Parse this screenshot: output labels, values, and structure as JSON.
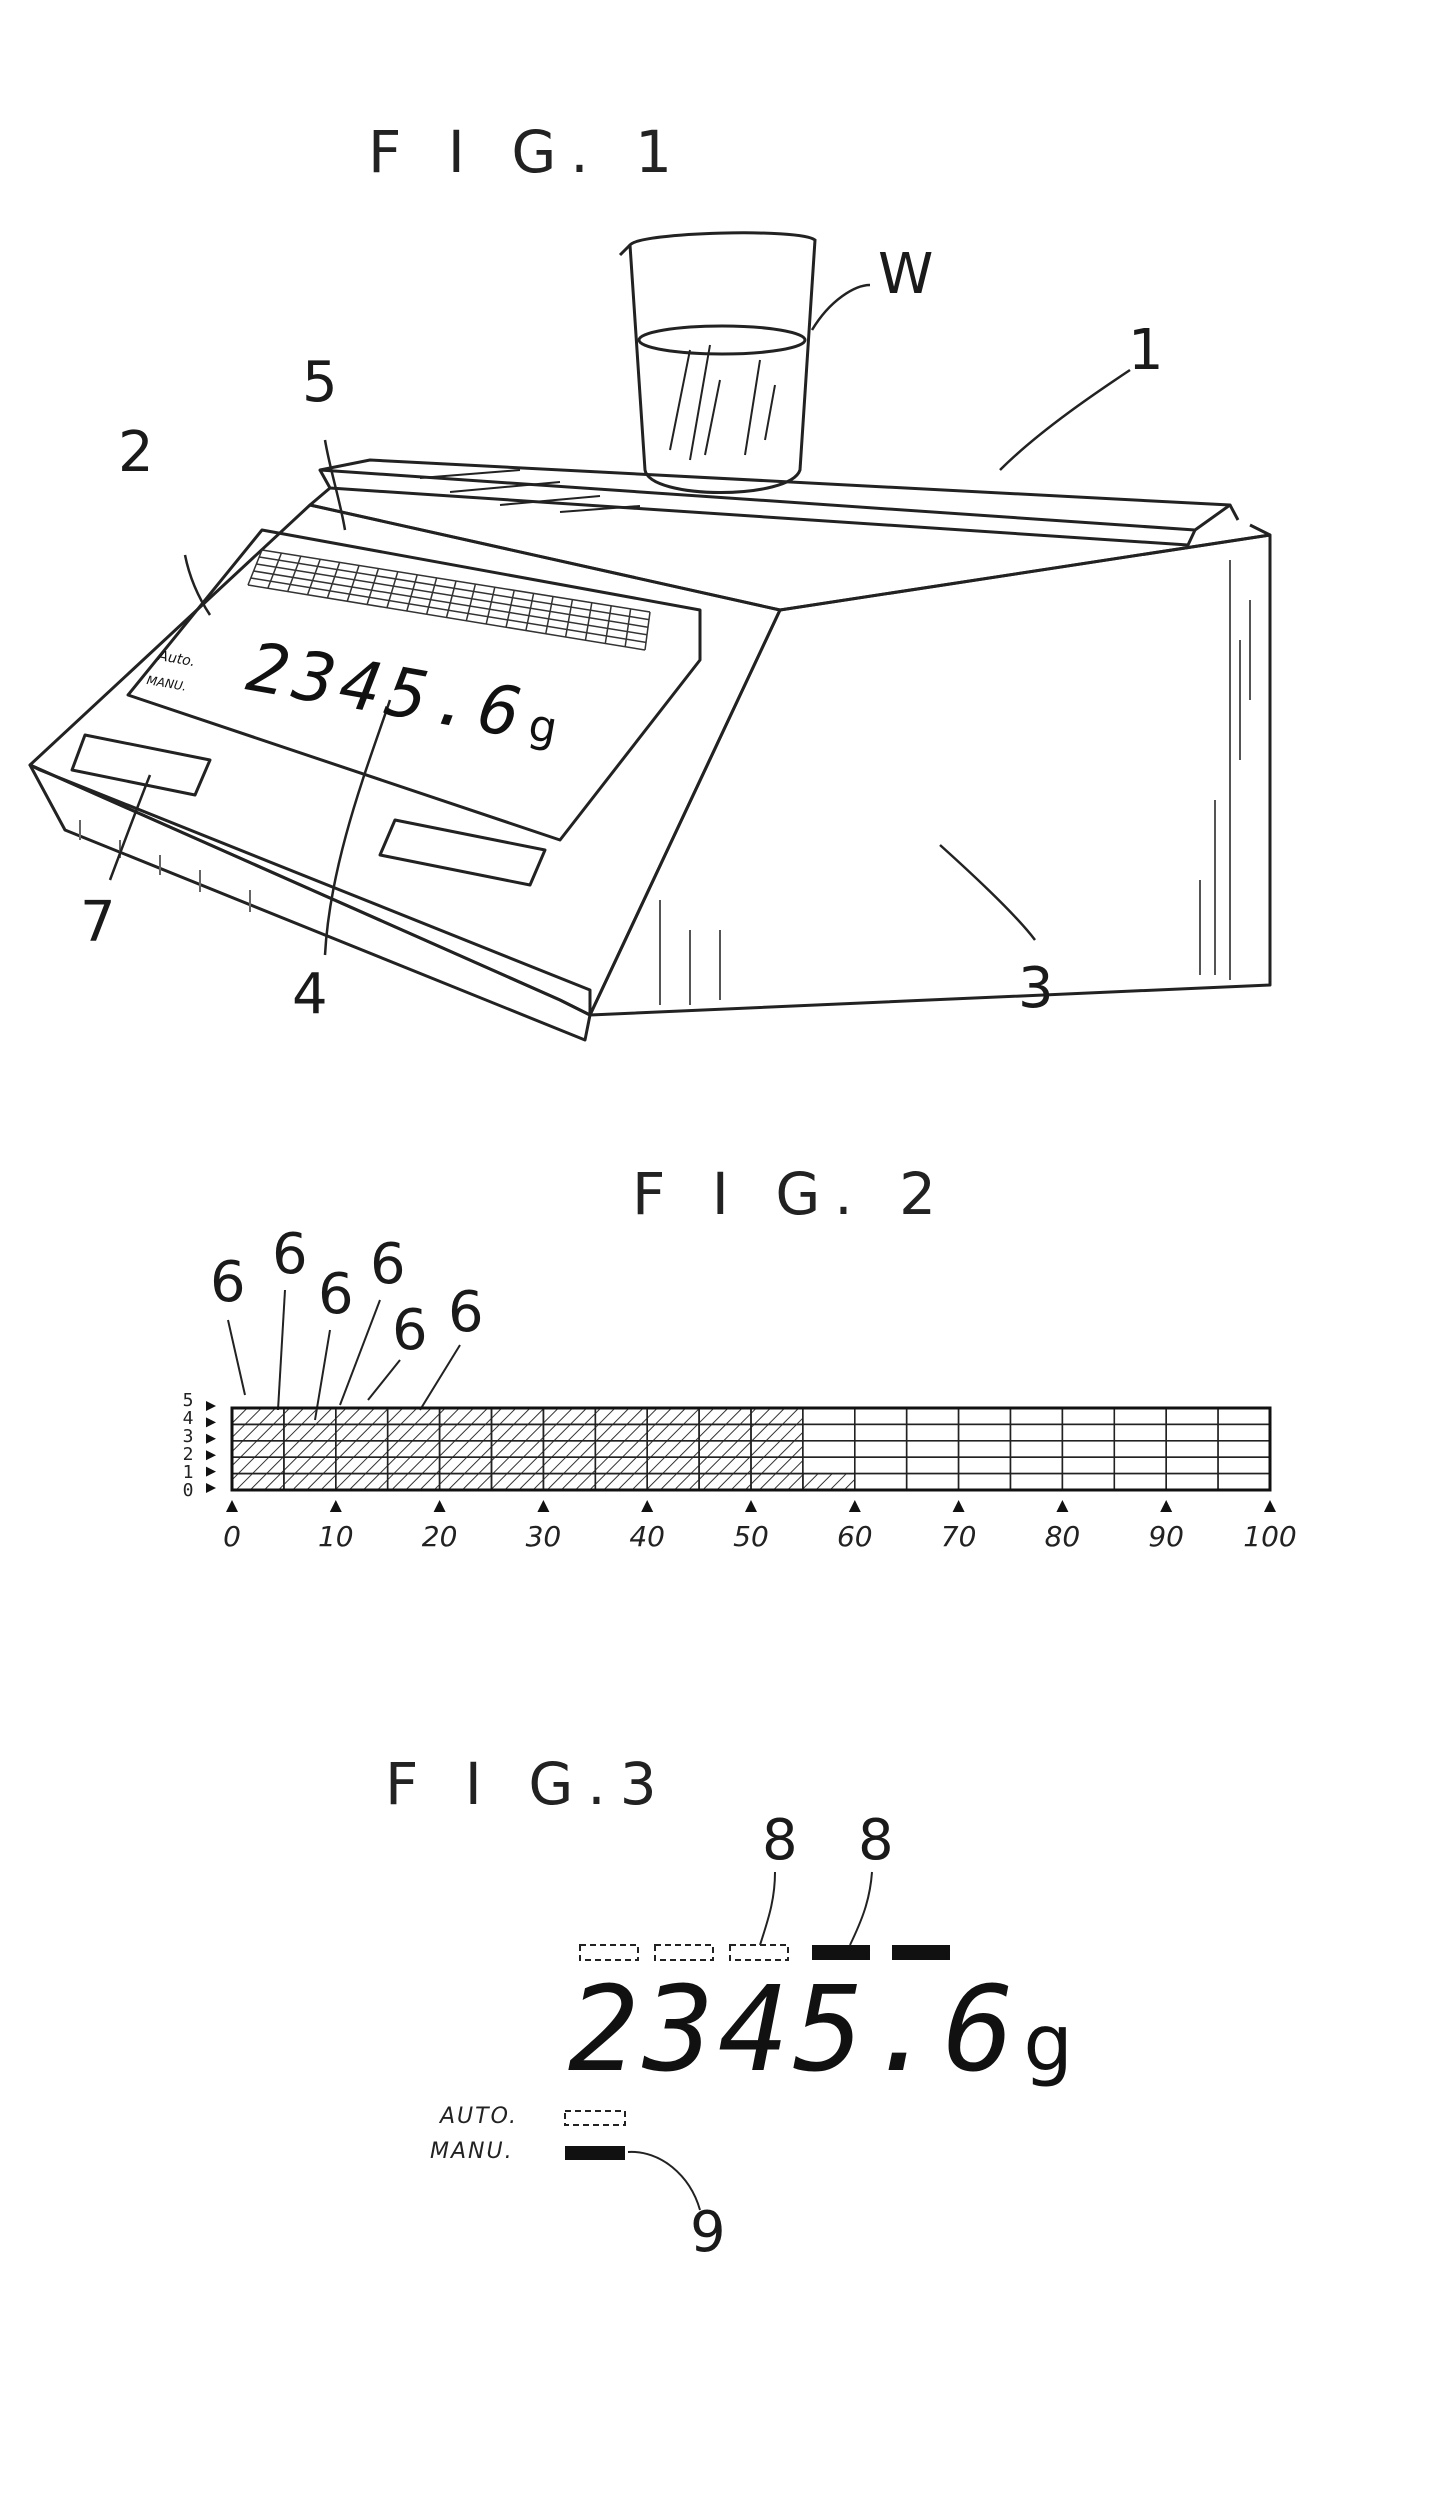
{
  "fig1": {
    "title": "F I G. 1",
    "labels": {
      "w": "W",
      "l1": "1",
      "l2": "2",
      "l3": "3",
      "l4": "4",
      "l5": "5",
      "l7": "7"
    },
    "display": {
      "digits": "2345.6",
      "unit": "g",
      "auto": "Auto.",
      "manu": "MANU."
    }
  },
  "fig2": {
    "title": "F I G. 2",
    "label6": "6",
    "row_numbers": [
      "5",
      "4",
      "3",
      "2",
      "1",
      "0"
    ],
    "x_ticks": [
      "0",
      "10",
      "20",
      "30",
      "40",
      "50",
      "60",
      "70",
      "80",
      "90",
      "100"
    ],
    "grid": {
      "columns": 20,
      "rows": 5,
      "filled_full_columns": 11,
      "filled_partial_column_rows": 1
    }
  },
  "fig3": {
    "title": "F I G.3",
    "label8": "8",
    "label9": "9",
    "digits": "2345.6",
    "unit": "g",
    "auto": "AUTO.",
    "manu": "MANU.",
    "indicator_segments": [
      "outline",
      "outline",
      "outline",
      "filled",
      "filled"
    ]
  }
}
